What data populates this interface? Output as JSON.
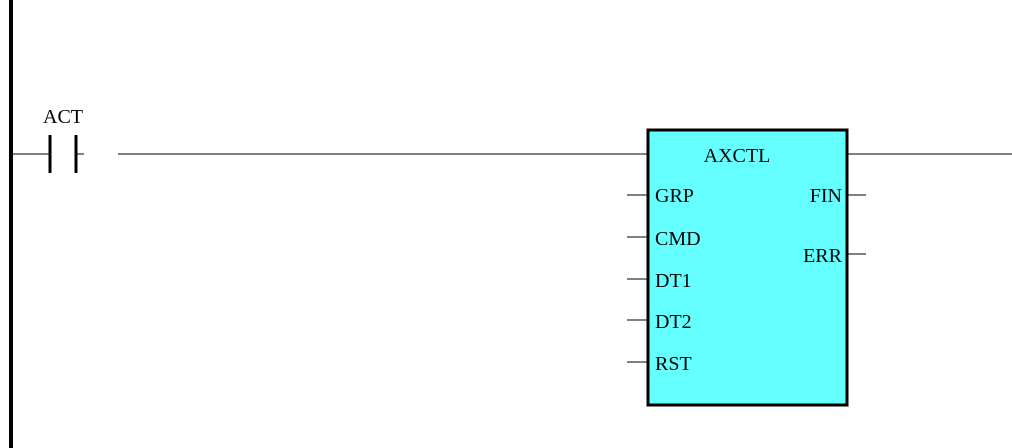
{
  "contact": {
    "label": "ACT"
  },
  "block": {
    "name": "AXCTL",
    "fill": "#66ffff",
    "inputs": [
      "GRP",
      "CMD",
      "DT1",
      "DT2",
      "RST"
    ],
    "outputs": [
      "FIN",
      "ERR"
    ]
  }
}
